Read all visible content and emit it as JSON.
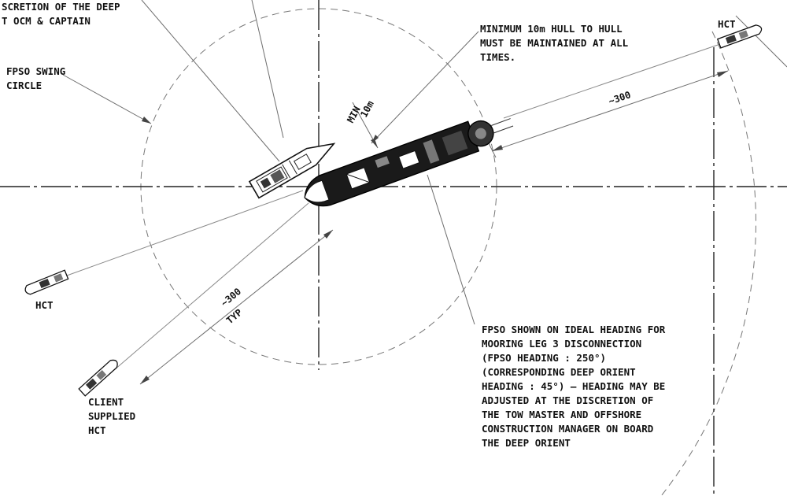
{
  "labels": {
    "top_left_line1": "SCRETION OF THE DEEP",
    "top_left_line2": "T OCM & CAPTAIN",
    "swing_circle_line1": "FPSO SWING",
    "swing_circle_line2": "CIRCLE",
    "min_line1": "MINIMUM 10m HULL TO HULL",
    "min_line2": "MUST BE MAINTAINED AT ALL",
    "min_line3": "TIMES.",
    "dim_10m": "10m",
    "dim_min": "MIN",
    "dim_300_right": "~300",
    "dim_300_left": "~300",
    "dim_typ": "TYP",
    "hct_right": "HCT",
    "hct_left": "HCT",
    "client_line1": "CLIENT",
    "client_line2": "SUPPLIED",
    "client_line3": "HCT",
    "fpso_note": [
      "FPSO SHOWN ON IDEAL HEADING FOR",
      "MOORING LEG 3 DISCONNECTION",
      "(FPSO HEADING : 250°)",
      "(CORRESPONDING DEEP ORIENT",
      "HEADING : 45°) – HEADING MAY BE",
      "ADJUSTED AT THE DISCRETION OF",
      "THE TOW MASTER AND OFFSHORE",
      "CONSTRUCTION MANAGER ON BOARD",
      "THE DEEP ORIENT"
    ]
  },
  "diagram": {
    "fpso_heading_deg": 250,
    "deep_orient_heading_deg": 45,
    "min_clearance_m": 10,
    "tow_distance": "~300"
  },
  "colors": {
    "ink": "#111111",
    "line": "#6e6e6e",
    "hull": "#1a1a1a"
  }
}
